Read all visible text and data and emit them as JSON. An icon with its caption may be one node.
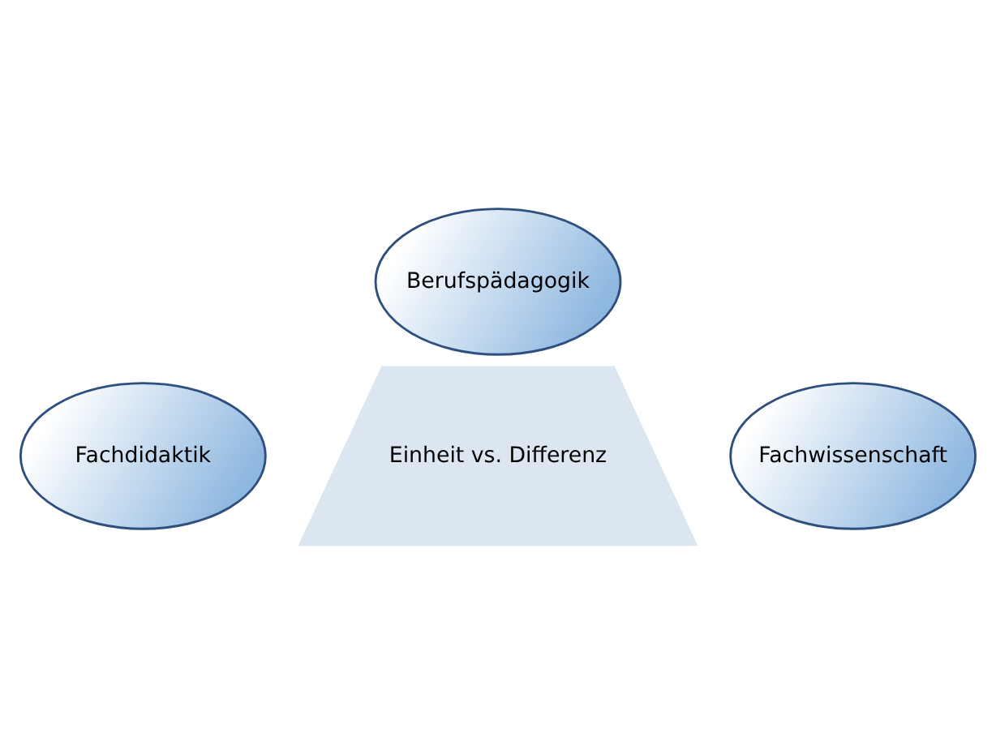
{
  "diagram": {
    "nodes": [
      {
        "text": [
          "Berufspädagogik"
        ]
      },
      {
        "text": [
          "Einheit vs. Differenz"
        ]
      },
      {
        "text": [
          "Fachdidaktik"
        ]
      },
      {
        "text": [
          "Fachwissenschaft"
        ]
      }
    ]
  }
}
